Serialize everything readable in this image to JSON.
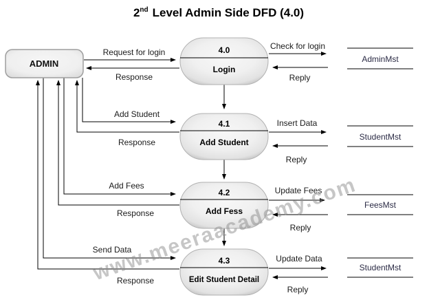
{
  "title": {
    "base": "2",
    "sup": "nd",
    "rest": "Level Admin Side DFD (4.0)"
  },
  "entity": {
    "label": "ADMIN"
  },
  "processes": [
    {
      "id": "4.0",
      "name": "Login",
      "request_label": "Request for login",
      "response_label": "Response",
      "store_write_label": "Check for login",
      "store_reply_label": "Reply",
      "store_name": "AdminMst"
    },
    {
      "id": "4.1",
      "name": "Add Student",
      "request_label": "Add Student",
      "response_label": "Response",
      "store_write_label": "Insert Data",
      "store_reply_label": "Reply",
      "store_name": "StudentMst"
    },
    {
      "id": "4.2",
      "name": "Add Fess",
      "request_label": "Add Fees",
      "response_label": "Response",
      "store_write_label": "Update Fees",
      "store_reply_label": "Reply",
      "store_name": "FeesMst"
    },
    {
      "id": "4.3",
      "name": "Edit Student Detail",
      "request_label": "Send Data",
      "response_label": "Response",
      "store_write_label": "Update Data",
      "store_reply_label": "Reply",
      "store_name": "StudentMst"
    }
  ],
  "watermark": "www.meeraacademy.com",
  "colors": {
    "line": "#000000",
    "process_fill_center": "#f4f4f4",
    "process_fill_edge": "#a9a9a9",
    "store_text": "#2b2b45",
    "watermark": "#8f8f8f"
  }
}
